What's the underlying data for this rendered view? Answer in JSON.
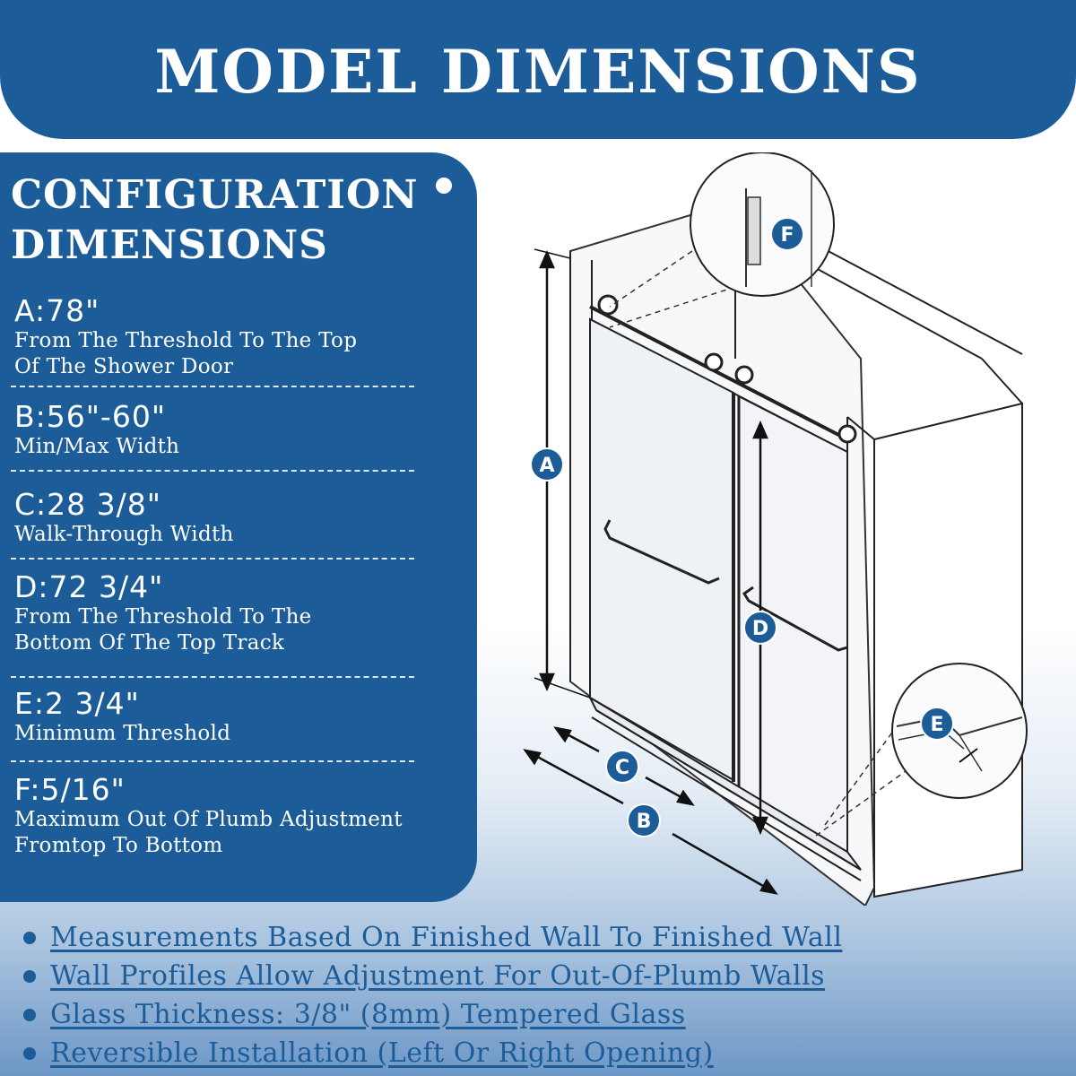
{
  "header": {
    "title": "MODEL DIMENSIONS"
  },
  "panel": {
    "title_line1": "CONFIGURATION",
    "title_line2": "DIMENSIONS",
    "specs": [
      {
        "value": "A:78\"",
        "desc1": "From The Threshold To The Top",
        "desc2": "Of The Shower Door"
      },
      {
        "value": "B:56\"-60\"",
        "desc1": "Min/Max Width",
        "desc2": ""
      },
      {
        "value": "C:28 3/8\"",
        "desc1": "Walk-Through Width",
        "desc2": ""
      },
      {
        "value": "D:72 3/4\"",
        "desc1": "From The Threshold To The",
        "desc2": "Bottom Of The Top Track"
      },
      {
        "value": "E:2 3/4\"",
        "desc1": "Minimum Threshold",
        "desc2": ""
      },
      {
        "value": "F:5/16\"",
        "desc1": "Maximum Out Of Plumb Adjustment",
        "desc2": "Fromtop To Bottom"
      }
    ]
  },
  "diagram": {
    "labels": {
      "a": "A",
      "b": "B",
      "c": "C",
      "d": "D",
      "e": "E",
      "f": "F"
    },
    "accent_color": "#1c5d99"
  },
  "bullets": [
    "Measurements Based On Finished Wall To Finished Wall",
    "Wall Profiles Allow Adjustment For Out-Of-Plumb Walls",
    "Glass Thickness: 3/8\" (8mm) Tempered Glass",
    "Reversible Installation (Left Or Right Opening)"
  ]
}
